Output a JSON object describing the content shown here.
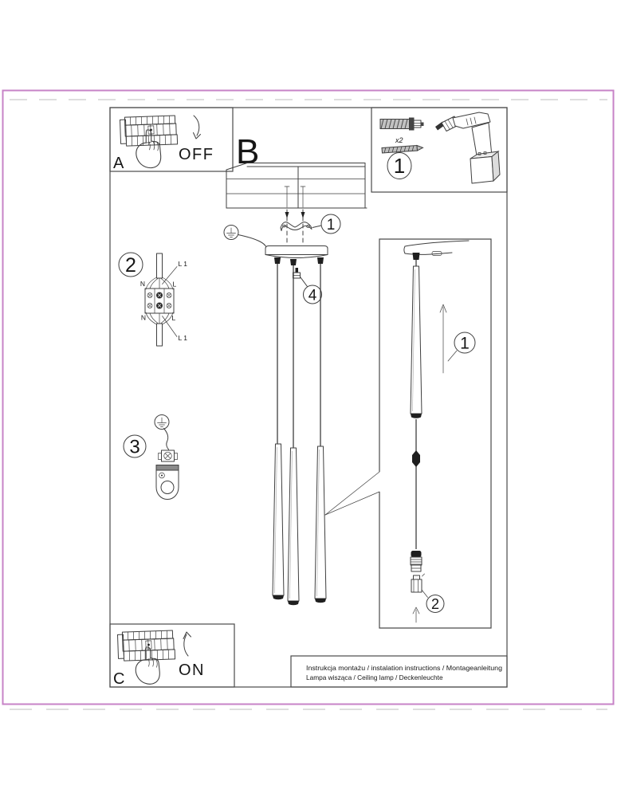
{
  "page": {
    "border_color": "#c783c7",
    "line_color": "#3f3f3f",
    "footer": {
      "line1": "Instrukcja montażu / instalation instructions / Montageanleitung",
      "line2": "Lampa wisząca / Ceiling lamp / Deckenleuchte"
    }
  },
  "panels": {
    "a": {
      "label": "A",
      "action": "OFF"
    },
    "b": {
      "label": "B",
      "step_badge": "1"
    },
    "c": {
      "label": "C",
      "action": "ON"
    },
    "parts": {
      "step_badge": "1",
      "anchor_qty": "x2"
    }
  },
  "steps": {
    "wiring_badge": "2",
    "ground_badge": "3",
    "canopy_screw_badge": "4"
  },
  "detail": {
    "pull_tube_badge": "1",
    "bulb_badge": "2"
  },
  "wiring": {
    "top_line": "L 1",
    "top_left": "N",
    "top_right": "L",
    "bottom_left": "N",
    "bottom_right": "L",
    "bottom_line": "L 1"
  }
}
